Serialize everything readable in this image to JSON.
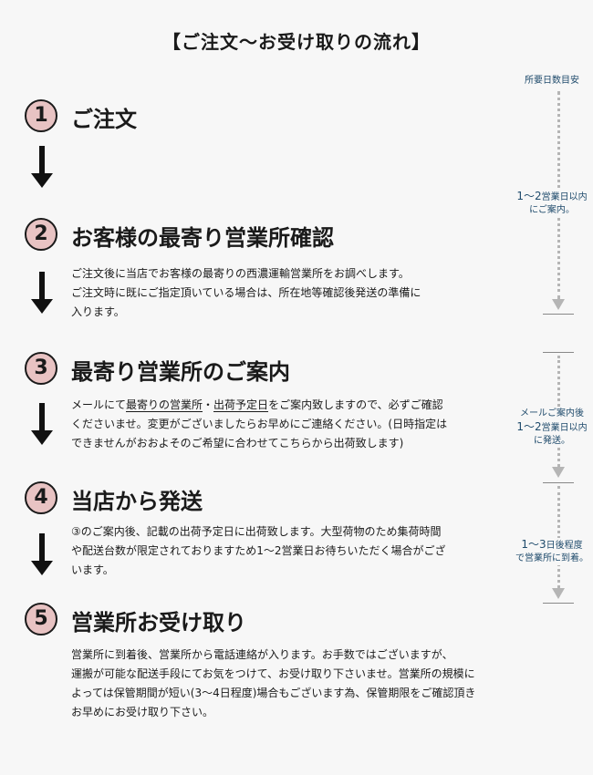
{
  "title": "【ご注文〜お受け取りの流れ】",
  "steps": [
    {
      "num": "1",
      "heading": "ご注文"
    },
    {
      "num": "2",
      "heading": "お客様の最寄り営業所確認",
      "desc": [
        "ご注文後に当店でお客様の最寄りの西濃運輸営業所をお調べします。",
        "ご注文時に既にご指定頂いている場合は、所在地等確認後発送の準備に",
        "入ります。"
      ]
    },
    {
      "num": "3",
      "heading": "最寄り営業所のご案内",
      "desc_line1": {
        "pre": "メールにて",
        "u1": "最寄りの営業所",
        "sep": "・",
        "u2": "出荷予定日",
        "post": "をご案内致しますので、必ずご確認"
      },
      "desc_rest": [
        "くださいませ。変更がございましたらお早めにご連絡ください。(日時指定は",
        "できませんがおおよそのご希望に合わせてこちらから出荷致します)"
      ]
    },
    {
      "num": "4",
      "heading": "当店から発送",
      "desc": [
        "③のご案内後、記載の出荷予定日に出荷致します。大型荷物のため集荷時間",
        "や配送台数が限定されておりますため1〜2営業日お待ちいただく場合がござ",
        "います。"
      ]
    },
    {
      "num": "5",
      "heading": "営業所お受け取り",
      "desc": [
        "営業所に到着後、営業所から電話連絡が入ります。お手数ではございますが、",
        "運搬が可能な配送手段にてお気をつけて、お受け取り下さいませ。営業所の規模に",
        "よっては保管期間が短い(3〜4日程度)場合もございます為、保管期限をご確認頂き",
        "お早めにお受け取り下さい。"
      ]
    }
  ],
  "sidebar": {
    "header": "所要日数目安",
    "note1": {
      "big": "1〜2",
      "small": "営業日以内",
      "line2": "にご案内。"
    },
    "note2": {
      "pre": "メールご案内後",
      "big": "1〜2",
      "small": "営業日以内",
      "line2": "に発送。"
    },
    "note3": {
      "big": "1〜3",
      "small": "日後程度",
      "line2": "で営業所に到着。"
    }
  }
}
